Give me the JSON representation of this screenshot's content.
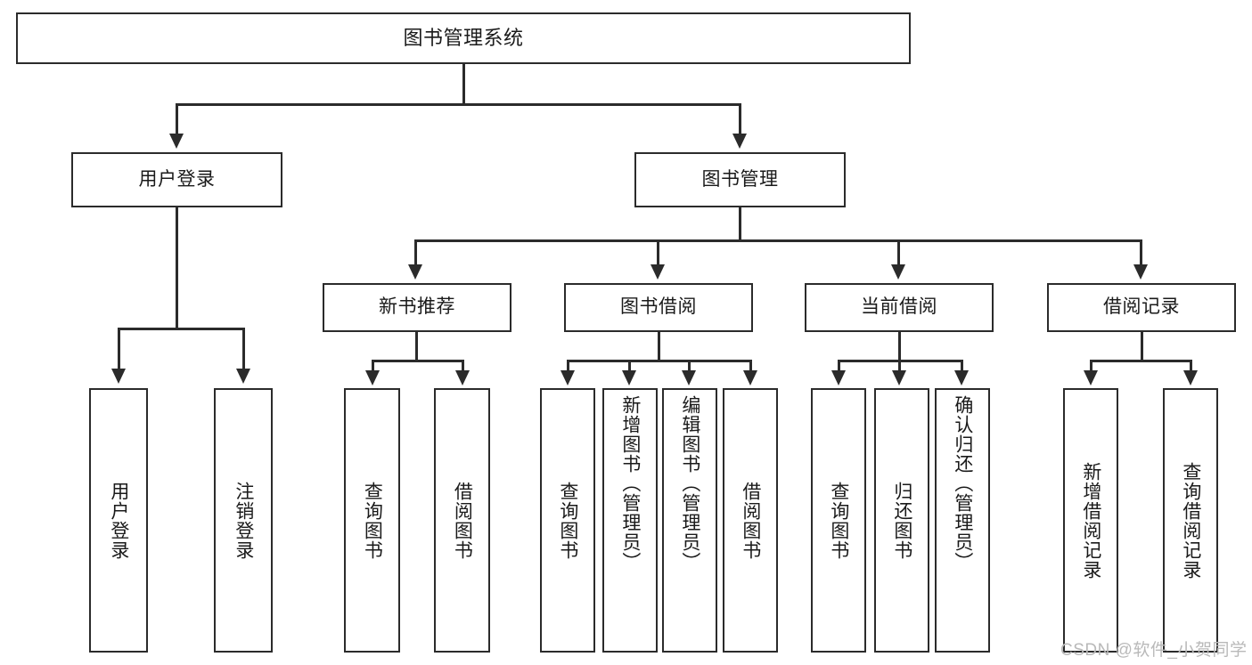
{
  "diagram": {
    "title": "图书管理系统",
    "type": "tree",
    "root": {
      "id": "root",
      "label": "图书管理系统"
    },
    "level2": [
      {
        "id": "user-login",
        "label": "用户登录"
      },
      {
        "id": "book-management",
        "label": "图书管理"
      }
    ],
    "level3": [
      {
        "id": "new-book-recommend",
        "label": "新书推荐",
        "parent": "book-management"
      },
      {
        "id": "book-borrow",
        "label": "图书借阅",
        "parent": "book-management"
      },
      {
        "id": "current-borrow",
        "label": "当前借阅",
        "parent": "book-management"
      },
      {
        "id": "borrow-record",
        "label": "借阅记录",
        "parent": "book-management"
      }
    ],
    "leaves": {
      "user_login": [
        {
          "id": "leaf-user-login",
          "label": "用户登录"
        },
        {
          "id": "leaf-logout",
          "label": "注销登录"
        }
      ],
      "new_book_recommend": [
        {
          "id": "leaf-query-book-1",
          "label": "查询图书"
        },
        {
          "id": "leaf-borrow-book-1",
          "label": "借阅图书"
        }
      ],
      "book_borrow": [
        {
          "id": "leaf-query-book-2",
          "label": "查询图书"
        },
        {
          "id": "leaf-add-book",
          "label": "新增图书（管理员）"
        },
        {
          "id": "leaf-edit-book",
          "label": "编辑图书（管理员）"
        },
        {
          "id": "leaf-borrow-book-2",
          "label": "借阅图书"
        }
      ],
      "current_borrow": [
        {
          "id": "leaf-query-book-3",
          "label": "查询图书"
        },
        {
          "id": "leaf-return-book",
          "label": "归还图书"
        },
        {
          "id": "leaf-confirm-return",
          "label": "确认归还（管理员）"
        }
      ],
      "borrow_record": [
        {
          "id": "leaf-add-record",
          "label": "新增借阅记录"
        },
        {
          "id": "leaf-query-record",
          "label": "查询借阅记录"
        }
      ]
    }
  },
  "watermark": {
    "text": "CSDN @软件_小贺同学"
  },
  "colors": {
    "stroke": "#2b2b2b",
    "fill": "#ffffff",
    "text": "#1a1a1a",
    "watermark": "#b9b9b9"
  }
}
